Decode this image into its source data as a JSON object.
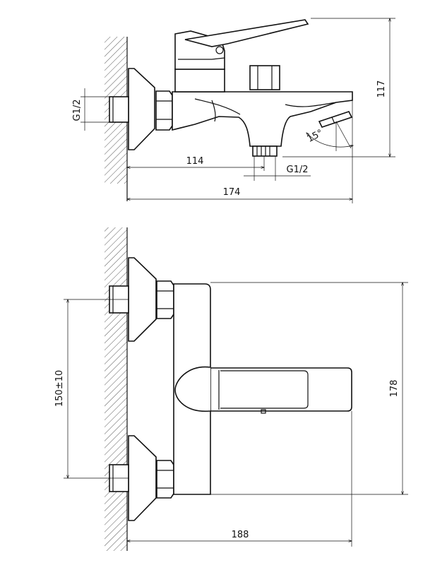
{
  "side_view": {
    "dim_height": "117",
    "dim_inlet_thread": "G1/2",
    "dim_outlet_thread": "G1/2",
    "dim_wall_to_outlet": "114",
    "dim_total_depth": "174",
    "dim_spout_angle": "15°"
  },
  "front_view": {
    "dim_inlet_spacing": "150±10",
    "dim_height": "178",
    "dim_width": "188"
  }
}
